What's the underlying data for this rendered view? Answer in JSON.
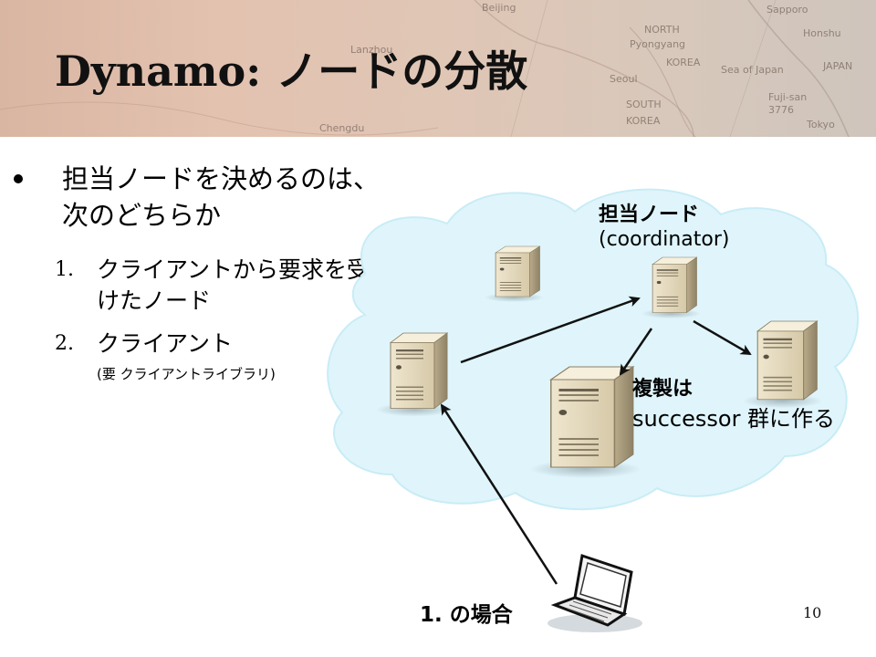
{
  "slide": {
    "title": "Dynamo: ノードの分散",
    "page_number": "10"
  },
  "header_map": {
    "labels": [
      "Beijing",
      "NORTH",
      "Pyongyang",
      "KOREA",
      "Seoul",
      "SOUTH",
      "KOREA",
      "JAPAN",
      "Honshu",
      "Sapporo",
      "Tokyo",
      "Lanzhou",
      "Chengdu",
      "Sea of Japan",
      "Fuji-san",
      "3776"
    ]
  },
  "bullets": {
    "main": "担当ノードを決めるのは、次のどちらか",
    "items": [
      {
        "num": "1.",
        "text": "クライアントから要求を受けたノード"
      },
      {
        "num": "2.",
        "text": "クライアント"
      }
    ],
    "note": "(要 クライアントライブラリ)"
  },
  "diagram": {
    "coordinator_label": "担当ノード",
    "coordinator_sub": "(coordinator)",
    "replicate_label": "複製は",
    "replicate_sub": "successor 群に作る",
    "case_label": "1. の場合"
  }
}
